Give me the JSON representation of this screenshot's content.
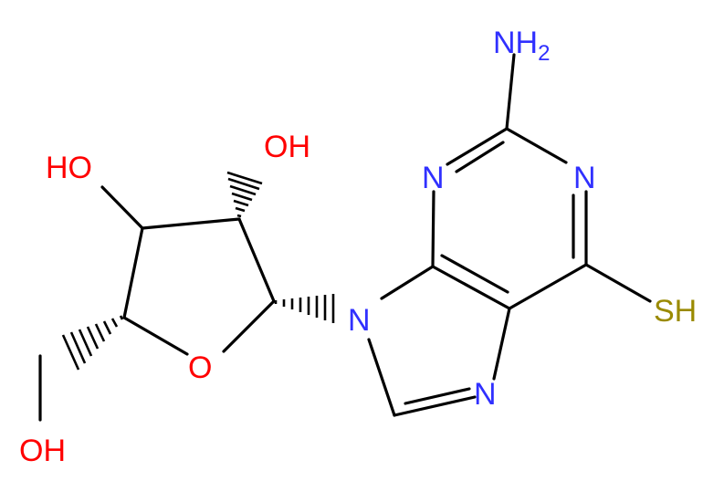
{
  "atoms": {
    "nh2": {
      "text": "NH",
      "sub": "2"
    },
    "n3": "N",
    "n1": "N",
    "n9": "N",
    "n7": "N",
    "sh": "SH",
    "oh2": "OH",
    "oh3": "HO",
    "o4": "O",
    "oh5": "OH"
  },
  "colors": {
    "carbon_bond": "#000000",
    "nitrogen": "#3030ff",
    "oxygen": "#ff0000",
    "sulfur": "#9a8a00",
    "background": "#ffffff"
  }
}
